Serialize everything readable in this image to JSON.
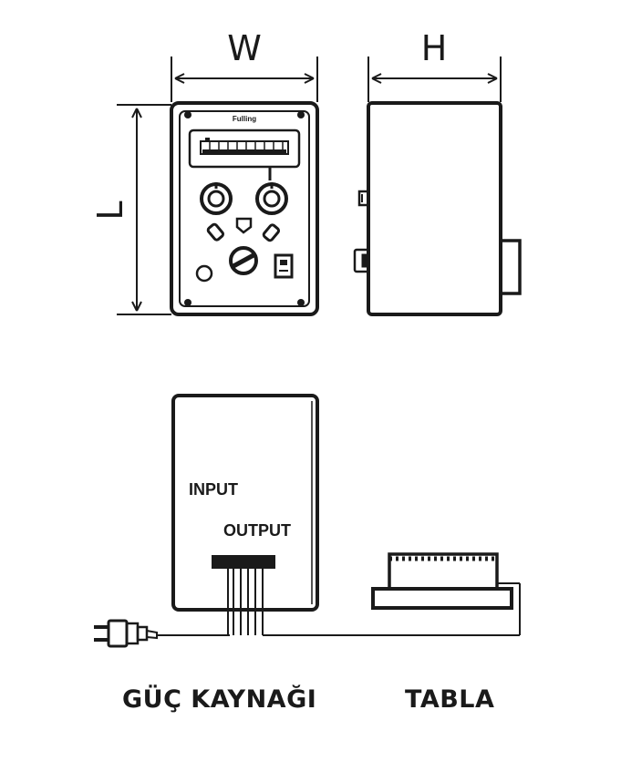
{
  "dimensions": {
    "width_label": "W",
    "height_label": "H",
    "length_label": "L"
  },
  "front_panel": {
    "brand_text": "Fulling"
  },
  "wiring": {
    "input_label": "INPUT",
    "output_label": "OUTPUT"
  },
  "captions": {
    "power_supply": "GÜÇ KAYNAĞI",
    "table": "TABLA"
  },
  "colors": {
    "ink": "#1a1a1a",
    "background": "#ffffff"
  }
}
